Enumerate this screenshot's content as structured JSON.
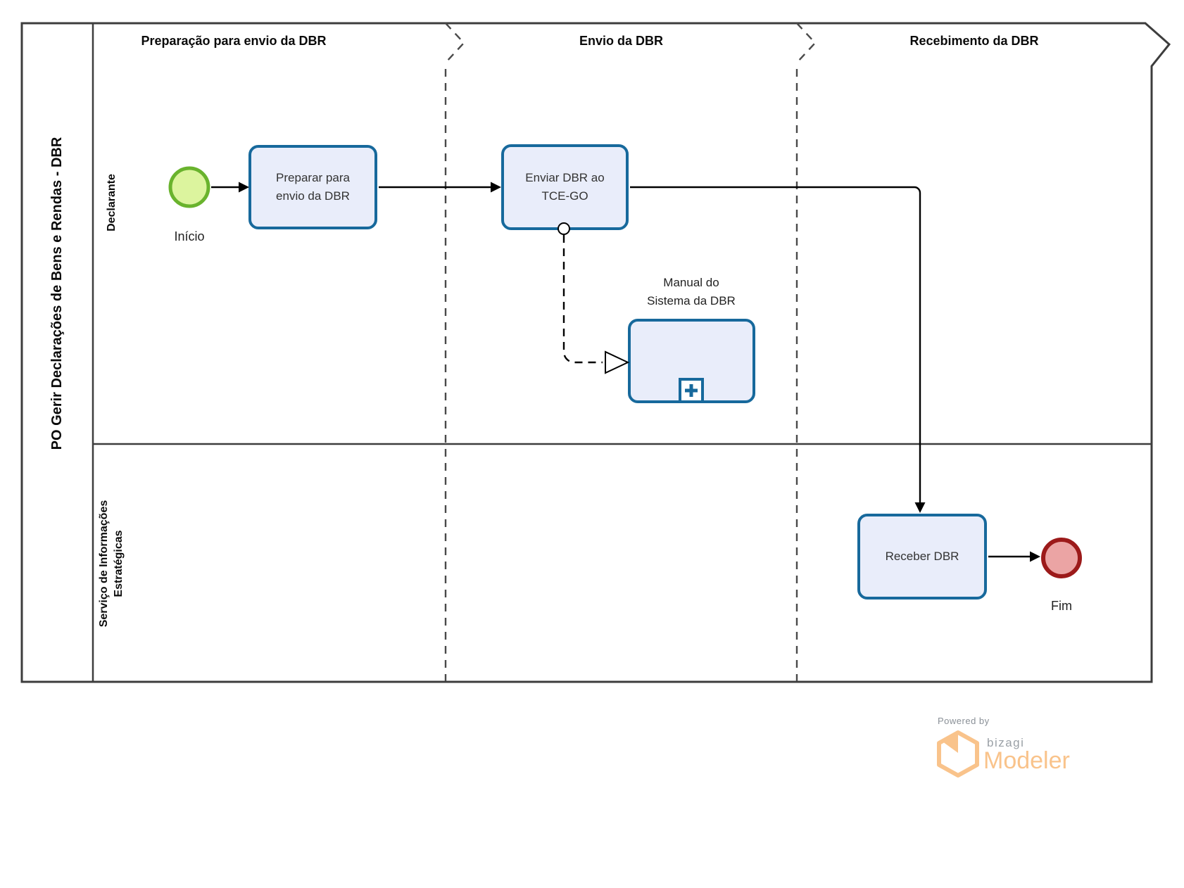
{
  "diagram": {
    "pool_title": "PO Gerir Declarações de Bens e Rendas - DBR",
    "phases": [
      {
        "label": "Preparação para envio da DBR"
      },
      {
        "label": "Envio da DBR"
      },
      {
        "label": "Recebimento da DBR"
      }
    ],
    "lanes": [
      {
        "label": "Declarante"
      },
      {
        "label": "Serviço de Informações Estratégicas"
      }
    ],
    "nodes": {
      "start_event": {
        "type": "start-event",
        "label": "Início"
      },
      "task_preparar": {
        "type": "task",
        "label": "Preparar para envio da DBR"
      },
      "task_enviar": {
        "type": "task",
        "label": "Enviar DBR ao TCE-GO"
      },
      "subprocess_manual": {
        "type": "collapsed-subprocess",
        "label": "Manual do Sistema da DBR"
      },
      "task_receber": {
        "type": "task",
        "label": "Receber DBR"
      },
      "end_event": {
        "type": "end-event",
        "label": "Fim"
      }
    }
  },
  "footer": {
    "powered_by": "Powered by",
    "brand": "bizagi",
    "product": "Modeler"
  },
  "colors": {
    "task_border": "#17699c",
    "task_fill": "#e9edfa",
    "start_border": "#69b32d",
    "start_fill": "#dcf49e",
    "end_border": "#9c1a1a",
    "end_fill": "#eba4a4",
    "pool_border": "#3d3d3d",
    "divider": "#4a4a4a",
    "connector": "#000000",
    "brand_orange": "#f9c38b",
    "brand_gray": "#9aa0a6"
  }
}
